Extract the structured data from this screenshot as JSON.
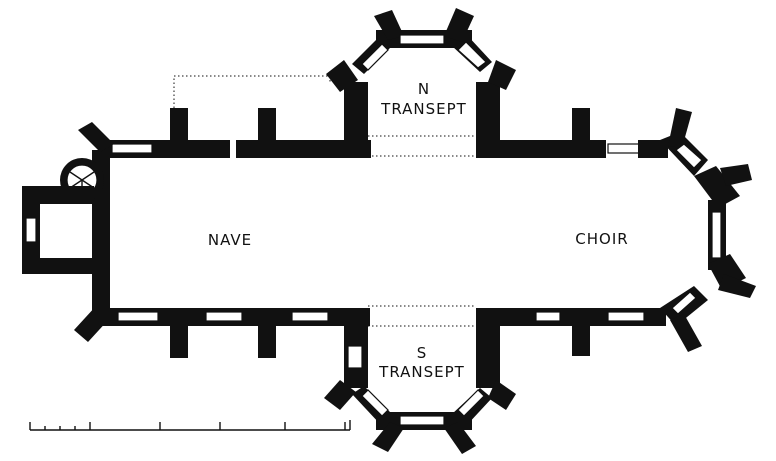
{
  "labels": {
    "nave": "NAVE",
    "choir": "CHOIR",
    "n_transept_line1": "N",
    "n_transept_line2": "TRANSEPT",
    "s_transept_line1": "S",
    "s_transept_line2": "TRANSEPT"
  },
  "colors": {
    "ink": "#111111",
    "paper": "#ffffff"
  }
}
